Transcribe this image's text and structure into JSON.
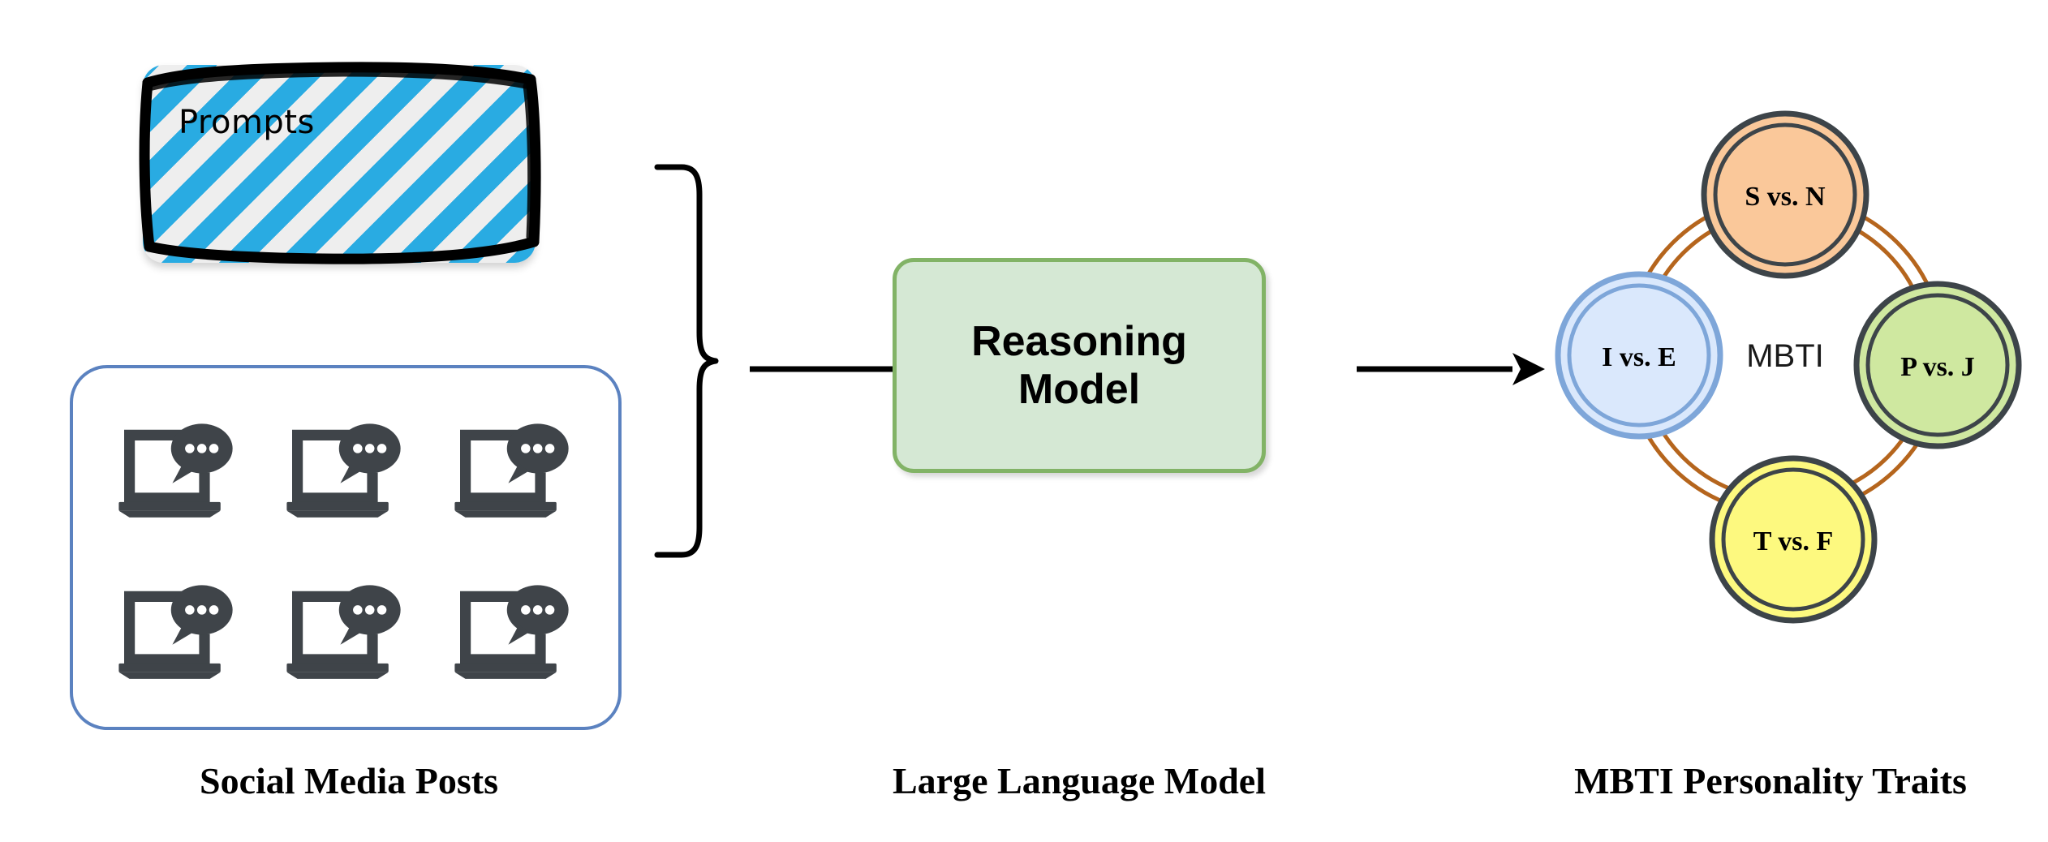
{
  "diagram": {
    "title": "LLM MBTI personality inference pipeline",
    "stages": [
      {
        "id": "inputs",
        "caption": "Social Media Posts"
      },
      {
        "id": "model",
        "caption": "Large Language Model"
      },
      {
        "id": "outputs",
        "caption": "MBTI Personality Traits"
      }
    ]
  },
  "prompts": {
    "label": "Prompts",
    "stripe_color": "#29abe2",
    "stripe_alt_color": "#eeeeee",
    "border_color": "#000000"
  },
  "posts": {
    "border_color": "#5b82c0",
    "icon_color": "#3f4449",
    "icon_name": "laptop-chat-icon",
    "count": 6,
    "items": [
      {
        "name": "post-1"
      },
      {
        "name": "post-2"
      },
      {
        "name": "post-3"
      },
      {
        "name": "post-4"
      },
      {
        "name": "post-5"
      },
      {
        "name": "post-6"
      }
    ]
  },
  "llm": {
    "label": "Reasoning\nModel",
    "fill_color": "#d5e8d4",
    "border_color": "#82b366"
  },
  "mbti": {
    "center_label": "MBTI",
    "ring_color": "#b5651d",
    "traits": [
      {
        "id": "sn",
        "label": "S vs. N",
        "position": "top",
        "fill": "#fac89a",
        "stroke": "#3d4449"
      },
      {
        "id": "ie",
        "label": "I vs. E",
        "position": "left",
        "fill": "#dae8fc",
        "stroke": "#7ea6d9"
      },
      {
        "id": "pj",
        "label": "P vs. J",
        "position": "right",
        "fill": "#cfe8a0",
        "stroke": "#3d4449"
      },
      {
        "id": "tf",
        "label": "T vs. F",
        "position": "bottom",
        "fill": "#fdf97f",
        "stroke": "#3d4449"
      }
    ]
  },
  "connectors": {
    "brace_name": "grouping-brace",
    "arrow_1_name": "arrow-inputs-to-model",
    "arrow_2_name": "arrow-model-to-outputs",
    "color": "#000000"
  }
}
